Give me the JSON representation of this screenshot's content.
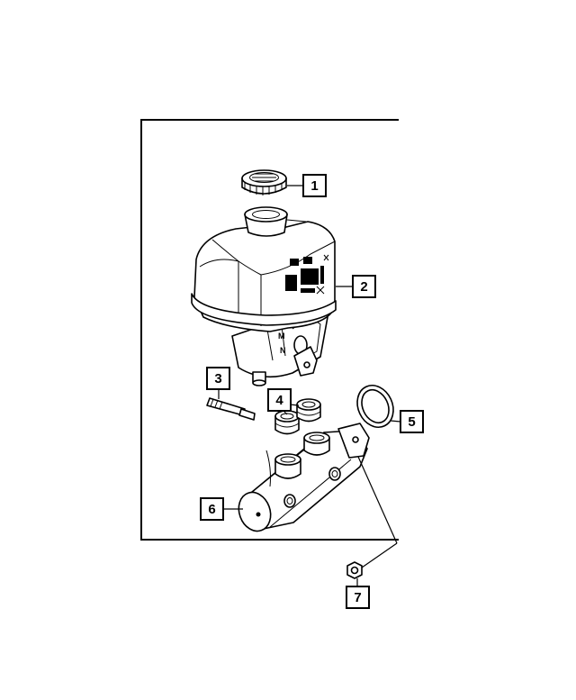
{
  "callouts": [
    {
      "id": "1",
      "part": "reservoir-cap"
    },
    {
      "id": "2",
      "part": "fluid-reservoir"
    },
    {
      "id": "3",
      "part": "retaining-pin"
    },
    {
      "id": "4",
      "part": "reservoir-grommets"
    },
    {
      "id": "5",
      "part": "seal-ring"
    },
    {
      "id": "6",
      "part": "master-cylinder"
    },
    {
      "id": "7",
      "part": "nut"
    }
  ],
  "colors": {
    "line": "#000000",
    "background": "#ffffff"
  }
}
